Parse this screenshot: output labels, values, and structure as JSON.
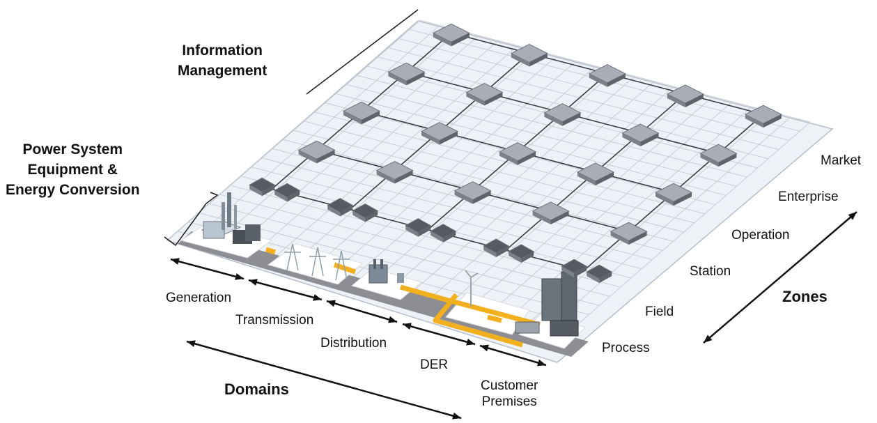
{
  "titles": {
    "information_management": "Information\nManagement",
    "power_system": "Power System\nEquipment &\nEnergy Conversion"
  },
  "domains": {
    "title": "Domains",
    "items": [
      "Generation",
      "Transmission",
      "Distribution",
      "DER",
      "Customer\nPremises"
    ]
  },
  "zones": {
    "title": "Zones",
    "items": [
      "Process",
      "Field",
      "Station",
      "Operation",
      "Enterprise",
      "Market"
    ]
  },
  "colors": {
    "grid_light": "#eef2f7",
    "grid_line": "#c7ccd6",
    "component_top": "#a9adb7",
    "component_dark": "#565a62",
    "power_line": "#f2b01e",
    "ground": "#8c8e93"
  }
}
